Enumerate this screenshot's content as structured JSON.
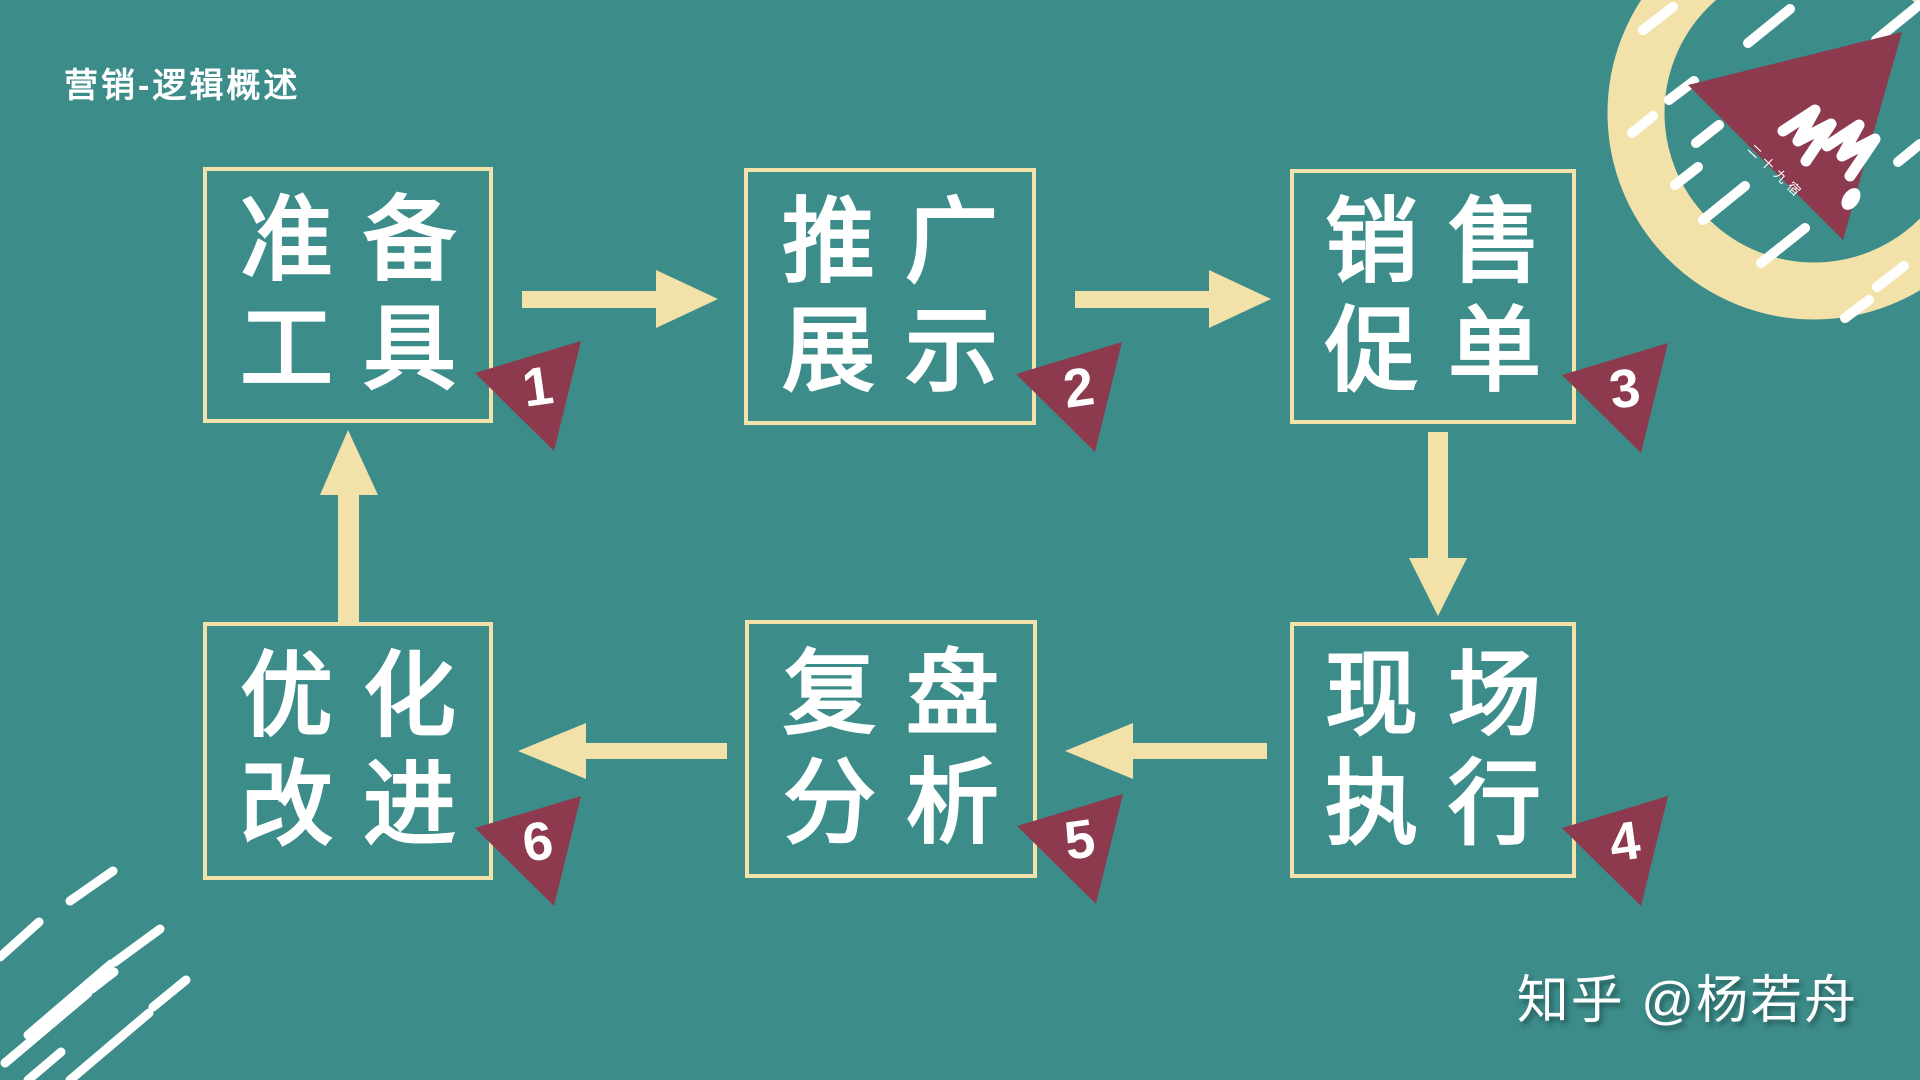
{
  "page": {
    "title": "营销-逻辑概述",
    "watermark": "知乎 @杨若舟",
    "background_color": "#3c8c8a",
    "accent_cream": "#f2e2a9",
    "accent_maroon": "#8d3a4e"
  },
  "diagram": {
    "type": "cycle-flowchart",
    "flow": "1 → 2 → 3 → 4 → 5 → 6 → 1",
    "steps": [
      {
        "number": "1",
        "line1": "准备",
        "line2": "工具"
      },
      {
        "number": "2",
        "line1": "推广",
        "line2": "展示"
      },
      {
        "number": "3",
        "line1": "销售",
        "line2": "促单"
      },
      {
        "number": "4",
        "line1": "现场",
        "line2": "执行"
      },
      {
        "number": "5",
        "line1": "复盘",
        "line2": "分析"
      },
      {
        "number": "6",
        "line1": "优化",
        "line2": "改进"
      }
    ]
  },
  "logo": {
    "mark": "33",
    "caption": "二十九宿"
  }
}
